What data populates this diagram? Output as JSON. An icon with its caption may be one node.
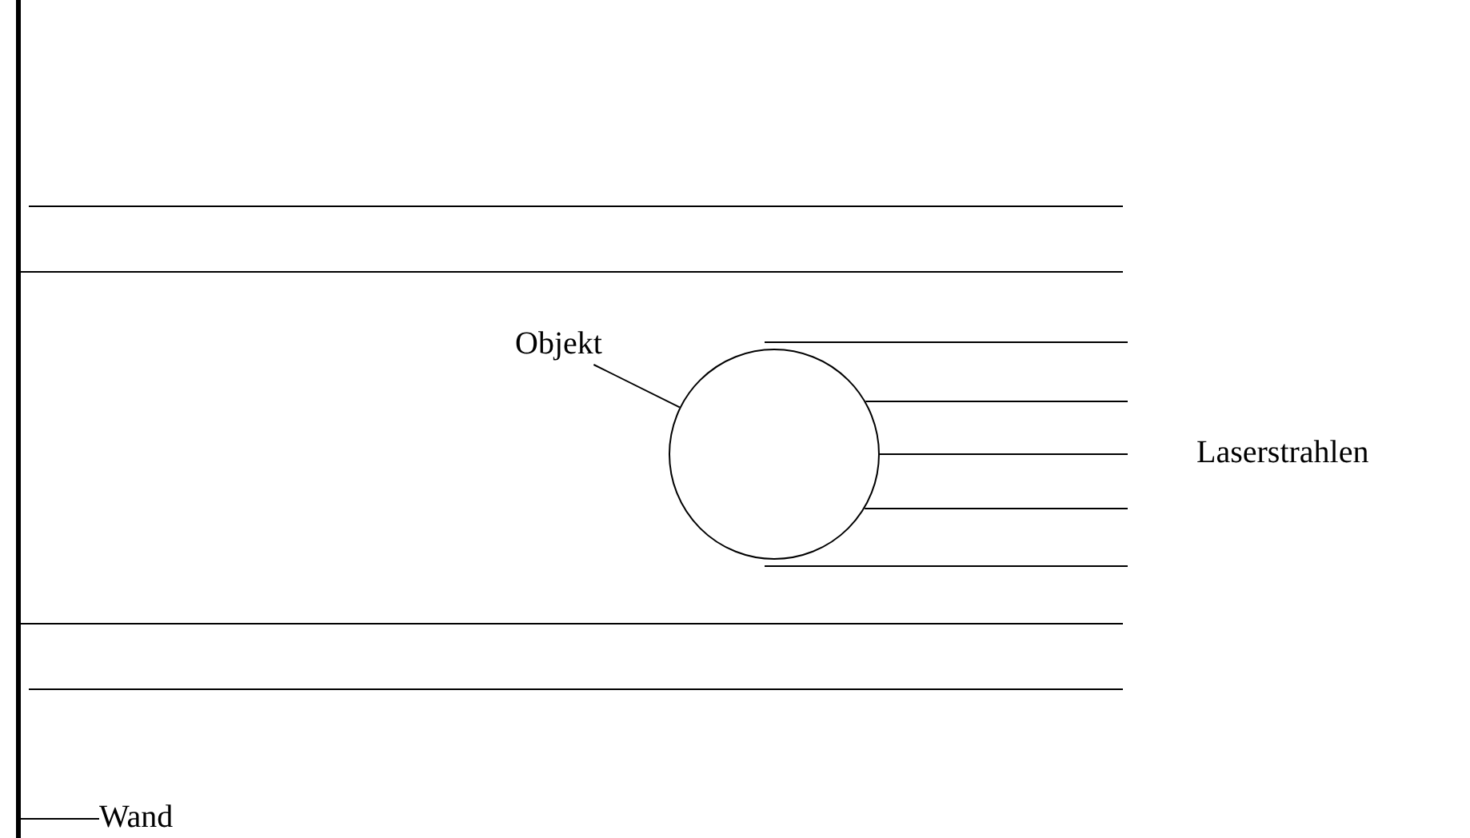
{
  "diagram": {
    "nodes": [
      {
        "text": [
          "Objekt"
        ]
      },
      {
        "text": [],
        "shape": "circle"
      },
      {
        "text": [
          "Wand"
        ]
      },
      {
        "text": [],
        "shape": "bar"
      }
    ],
    "edges": [
      {
        "from": 0,
        "to": 1,
        "arrow": "none"
      },
      {
        "from": 2,
        "to": 3,
        "arrow": "none"
      }
    ],
    "labels": [
      "Laserstrahlen"
    ]
  }
}
